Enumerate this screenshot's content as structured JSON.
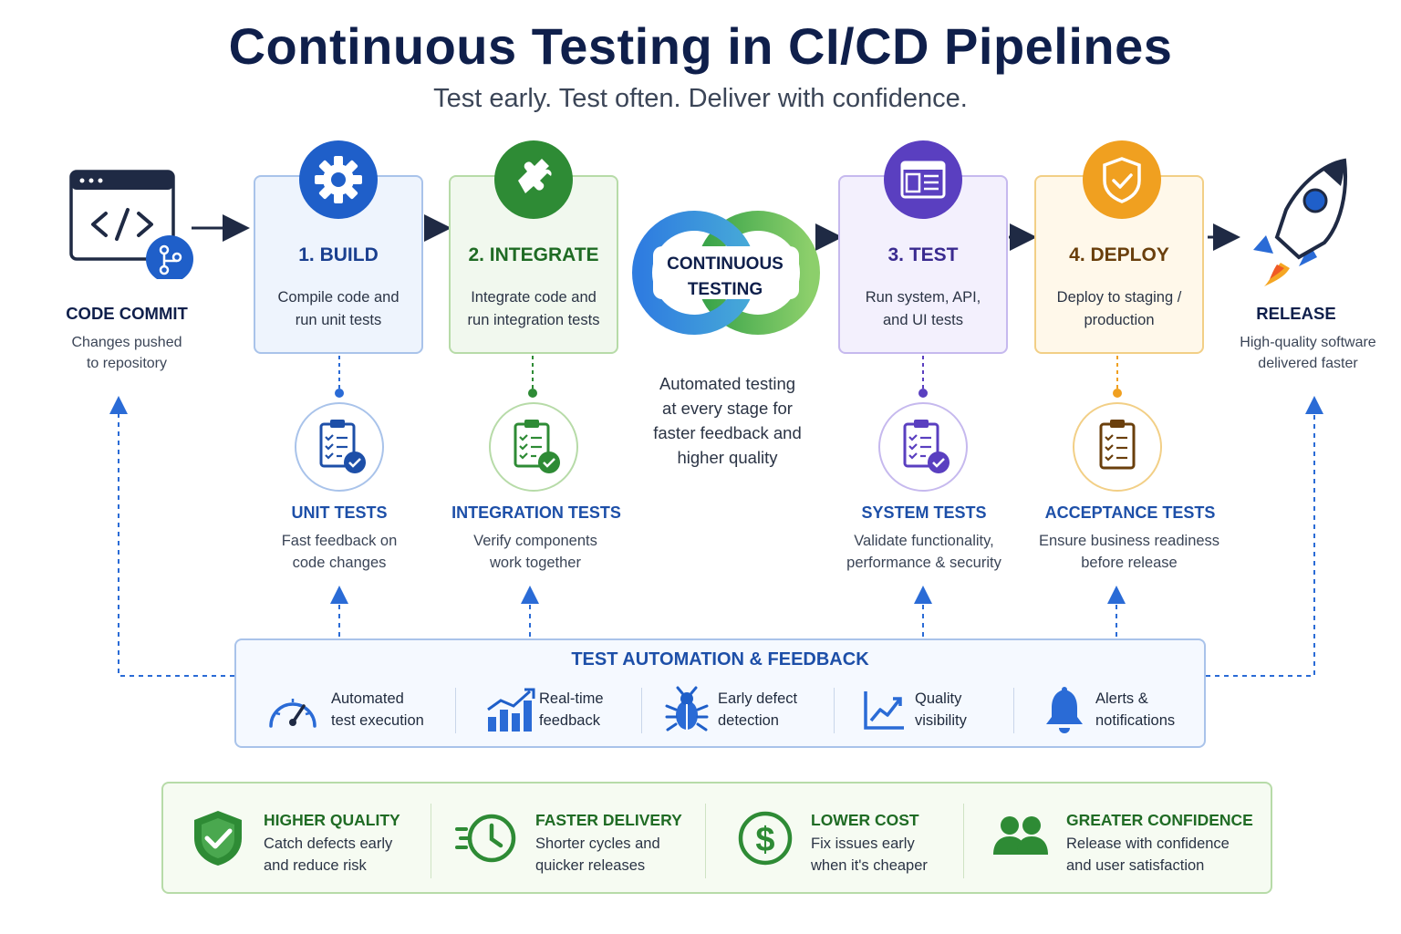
{
  "header": {
    "title": "Continuous Testing in CI/CD Pipelines",
    "subtitle": "Test early. Test often. Deliver with confidence."
  },
  "commit": {
    "title": "CODE COMMIT",
    "desc1": "Changes pushed",
    "desc2": "to repository",
    "icon": "code-window-icon"
  },
  "release": {
    "title": "RELEASE",
    "desc1": "High-quality software",
    "desc2": "delivered faster",
    "icon": "rocket-icon"
  },
  "stages": [
    {
      "title": "1. BUILD",
      "desc1": "Compile code and",
      "desc2": "run unit tests",
      "color": "#1f5fc9",
      "icon": "gear-icon"
    },
    {
      "title": "2. INTEGRATE",
      "desc1": "Integrate code and",
      "desc2": "run integration tests",
      "color": "#2e8b35",
      "icon": "puzzle-icon"
    },
    {
      "title": "3. TEST",
      "desc1": "Run system, API,",
      "desc2": "and UI tests",
      "color": "#5a3fc0",
      "icon": "browser-icon"
    },
    {
      "title": "4. DEPLOY",
      "desc1": "Deploy to staging /",
      "desc2": "production",
      "color": "#f0a020",
      "icon": "shield-check-icon"
    }
  ],
  "center": {
    "line1": "CONTINUOUS",
    "line2": "TESTING",
    "desc": [
      "Automated testing",
      "at every stage for",
      "faster feedback and",
      "higher quality"
    ]
  },
  "tests": [
    {
      "title": "UNIT TESTS",
      "desc1": "Fast feedback on",
      "desc2": "code changes",
      "color": "#1d4fa8",
      "icon": "clipboard-check-icon"
    },
    {
      "title": "INTEGRATION TESTS",
      "desc1": "Verify components",
      "desc2": "work together",
      "color": "#1d4fa8",
      "icon": "clipboard-check-icon"
    },
    {
      "title": "SYSTEM TESTS",
      "desc1": "Validate functionality,",
      "desc2": "performance & security",
      "color": "#1d4fa8",
      "icon": "clipboard-check-icon"
    },
    {
      "title": "ACCEPTANCE TESTS",
      "desc1": "Ensure business readiness",
      "desc2": "before release",
      "color": "#1d4fa8",
      "icon": "clipboard-list-icon"
    }
  ],
  "automation": {
    "title": "TEST AUTOMATION & FEEDBACK",
    "items": [
      {
        "line1": "Automated",
        "line2": "test execution",
        "icon": "speedometer-icon"
      },
      {
        "line1": "Real-time",
        "line2": "feedback",
        "icon": "bar-chart-icon"
      },
      {
        "line1": "Early defect",
        "line2": "detection",
        "icon": "bug-icon"
      },
      {
        "line1": "Quality",
        "line2": "visibility",
        "icon": "line-chart-icon"
      },
      {
        "line1": "Alerts &",
        "line2": "notifications",
        "icon": "bell-icon"
      }
    ]
  },
  "benefits": [
    {
      "title": "HIGHER QUALITY",
      "desc1": "Catch defects early",
      "desc2": "and reduce risk",
      "icon": "shield-check-icon"
    },
    {
      "title": "FASTER DELIVERY",
      "desc1": "Shorter cycles and",
      "desc2": "quicker releases",
      "icon": "fast-clock-icon"
    },
    {
      "title": "LOWER COST",
      "desc1": "Fix issues early",
      "desc2": "when it's cheaper",
      "icon": "dollar-icon"
    },
    {
      "title": "GREATER CONFIDENCE",
      "desc1": "Release with confidence",
      "desc2": "and user satisfaction",
      "icon": "users-icon"
    }
  ]
}
